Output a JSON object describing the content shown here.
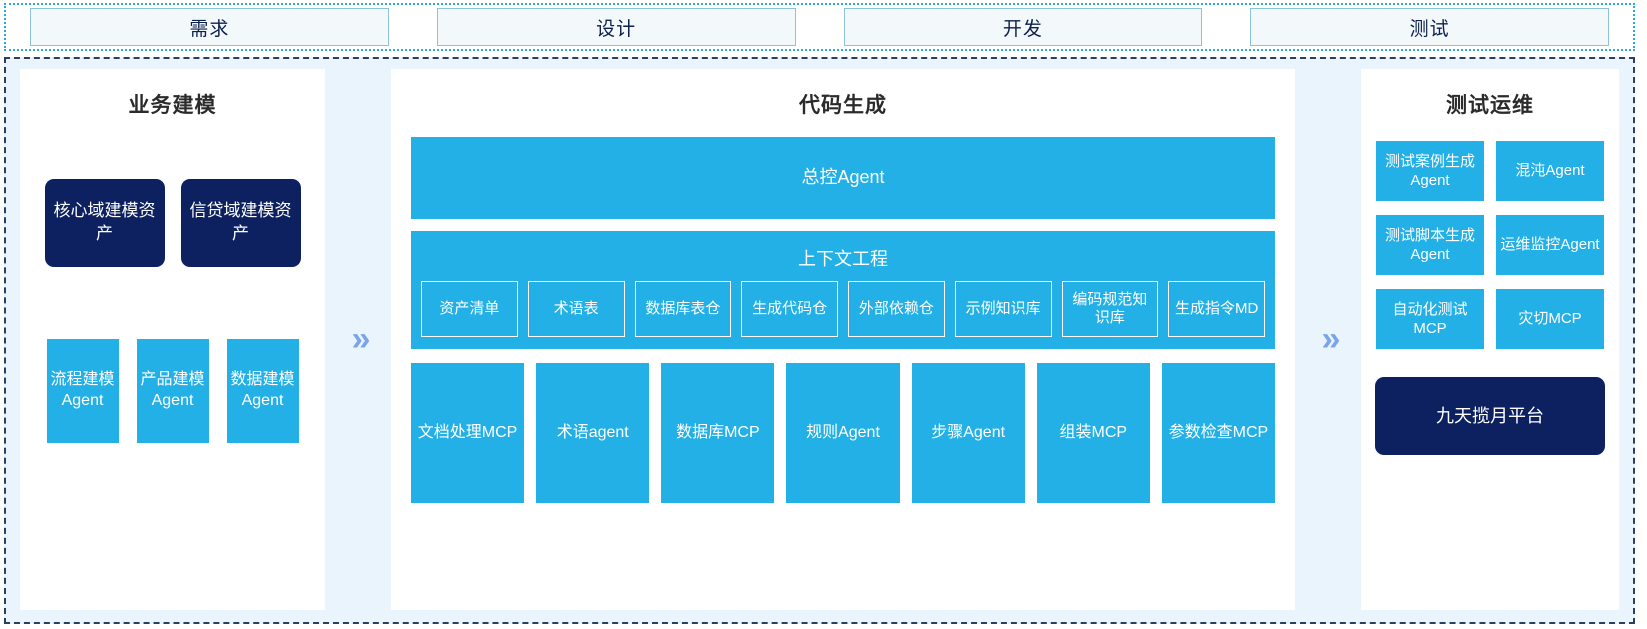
{
  "phases": {
    "items": [
      {
        "label": "需求"
      },
      {
        "label": "设计"
      },
      {
        "label": "开发"
      },
      {
        "label": "测试"
      }
    ]
  },
  "connectors": {
    "chevron_glyph": "»"
  },
  "panels": {
    "business": {
      "title": "业务建模",
      "assets": [
        {
          "label": "核心域建模资产"
        },
        {
          "label": "信贷域建模资产"
        }
      ],
      "agents": [
        {
          "label": "流程建模Agent"
        },
        {
          "label": "产品建模Agent"
        },
        {
          "label": "数据建模Agent"
        }
      ]
    },
    "code": {
      "title": "代码生成",
      "master_agent": "总控Agent",
      "context": {
        "title": "上下文工程",
        "items": [
          {
            "label": "资产清单"
          },
          {
            "label": "术语表"
          },
          {
            "label": "数据库表仓"
          },
          {
            "label": "生成代码仓"
          },
          {
            "label": "外部依赖仓"
          },
          {
            "label": "示例知识库"
          },
          {
            "label": "编码规范知识库"
          },
          {
            "label": "生成指令MD"
          }
        ]
      },
      "tools": [
        {
          "label": "文档处理MCP"
        },
        {
          "label": "术语agent"
        },
        {
          "label": "数据库MCP"
        },
        {
          "label": "规则Agent"
        },
        {
          "label": "步骤Agent"
        },
        {
          "label": "组装MCP"
        },
        {
          "label": "参数检查MCP"
        }
      ]
    },
    "test": {
      "title": "测试运维",
      "items": [
        {
          "label": "测试案例生成Agent"
        },
        {
          "label": "混沌Agent"
        },
        {
          "label": "测试脚本生成Agent"
        },
        {
          "label": "运维监控Agent"
        },
        {
          "label": "自动化测试MCP"
        },
        {
          "label": "灾切MCP"
        }
      ],
      "platform": {
        "label": "九天揽月平台"
      }
    }
  },
  "colors": {
    "cyan": "#23b0e6",
    "navy": "#0d2160",
    "stage_bg": "#e9f4fc",
    "chevron": "#7ba4ea",
    "phase_border": "#8cc3da"
  }
}
